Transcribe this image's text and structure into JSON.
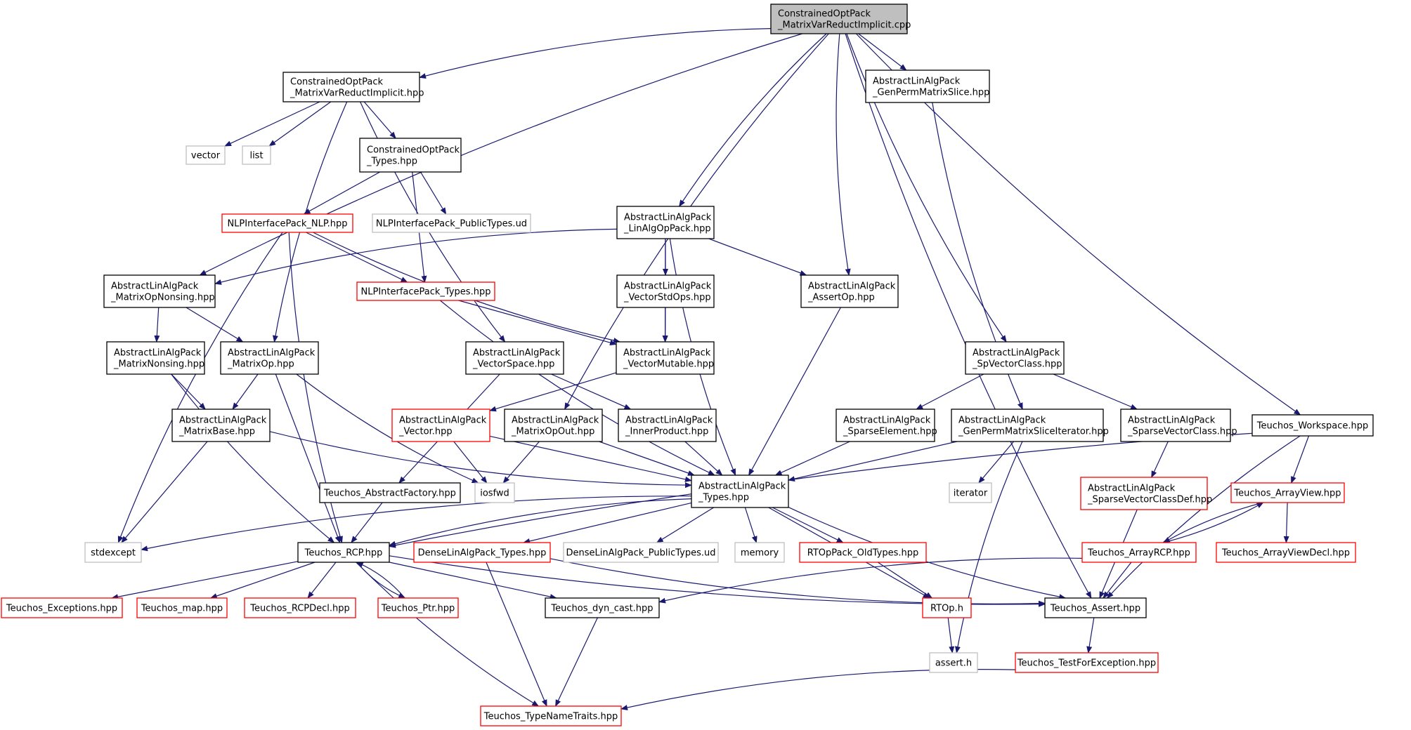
{
  "diagram": {
    "type": "include-dependency-graph",
    "edge_color": "#191970",
    "nodes": [
      {
        "id": "root",
        "lines": [
          "ConstrainedOptPack",
          "_MatrixVarReductImplicit.cpp"
        ],
        "border": "black",
        "fill": "#bfbfbf"
      },
      {
        "id": "cop_mvri_hpp",
        "lines": [
          "ConstrainedOptPack",
          "_MatrixVarReductImplicit.hpp"
        ],
        "border": "black"
      },
      {
        "id": "vector",
        "lines": [
          "vector"
        ],
        "border": "gray"
      },
      {
        "id": "list",
        "lines": [
          "list"
        ],
        "border": "gray"
      },
      {
        "id": "cop_types",
        "lines": [
          "ConstrainedOptPack",
          "_Types.hpp"
        ],
        "border": "black"
      },
      {
        "id": "nlp_public_types",
        "lines": [
          "NLPInterfacePack_PublicTypes.ud"
        ],
        "border": "gray"
      },
      {
        "id": "nlp_nlp",
        "lines": [
          "NLPInterfacePack_NLP.hpp"
        ],
        "border": "red"
      },
      {
        "id": "nlp_types",
        "lines": [
          "NLPInterfacePack_Types.hpp"
        ],
        "border": "red"
      },
      {
        "id": "ala_genperm",
        "lines": [
          "AbstractLinAlgPack",
          "_GenPermMatrixSlice.hpp"
        ],
        "border": "black"
      },
      {
        "id": "ala_linalgop",
        "lines": [
          "AbstractLinAlgPack",
          "_LinAlgOpPack.hpp"
        ],
        "border": "black"
      },
      {
        "id": "ala_vecstdops",
        "lines": [
          "AbstractLinAlgPack",
          "_VectorStdOps.hpp"
        ],
        "border": "black"
      },
      {
        "id": "ala_assertop",
        "lines": [
          "AbstractLinAlgPack",
          "_AssertOp.hpp"
        ],
        "border": "black"
      },
      {
        "id": "ala_matopnonsing",
        "lines": [
          "AbstractLinAlgPack",
          "_MatrixOpNonsing.hpp"
        ],
        "border": "black"
      },
      {
        "id": "ala_matnonsing",
        "lines": [
          "AbstractLinAlgPack",
          "_MatrixNonsing.hpp"
        ],
        "border": "black"
      },
      {
        "id": "ala_matop",
        "lines": [
          "AbstractLinAlgPack",
          "_MatrixOp.hpp"
        ],
        "border": "black"
      },
      {
        "id": "ala_vecspace",
        "lines": [
          "AbstractLinAlgPack",
          "_VectorSpace.hpp"
        ],
        "border": "black"
      },
      {
        "id": "ala_vecmutable",
        "lines": [
          "AbstractLinAlgPack",
          "_VectorMutable.hpp"
        ],
        "border": "black"
      },
      {
        "id": "ala_spvecclass",
        "lines": [
          "AbstractLinAlgPack",
          "_SpVectorClass.hpp"
        ],
        "border": "black"
      },
      {
        "id": "ala_matbase",
        "lines": [
          "AbstractLinAlgPack",
          "_MatrixBase.hpp"
        ],
        "border": "black"
      },
      {
        "id": "ala_vector",
        "lines": [
          "AbstractLinAlgPack",
          "_Vector.hpp"
        ],
        "border": "red"
      },
      {
        "id": "ala_matopout",
        "lines": [
          "AbstractLinAlgPack",
          "_MatrixOpOut.hpp"
        ],
        "border": "black"
      },
      {
        "id": "ala_innerprod",
        "lines": [
          "AbstractLinAlgPack",
          "_InnerProduct.hpp"
        ],
        "border": "black"
      },
      {
        "id": "ala_sparseelem",
        "lines": [
          "AbstractLinAlgPack",
          "_SparseElement.hpp"
        ],
        "border": "black"
      },
      {
        "id": "ala_genpermiter",
        "lines": [
          "AbstractLinAlgPack",
          "_GenPermMatrixSliceIterator.hpp"
        ],
        "border": "black"
      },
      {
        "id": "ala_sparsevecclass",
        "lines": [
          "AbstractLinAlgPack",
          "_SparseVectorClass.hpp"
        ],
        "border": "black"
      },
      {
        "id": "teuchos_workspace",
        "lines": [
          "Teuchos_Workspace.hpp"
        ],
        "border": "black"
      },
      {
        "id": "teuchos_abstractfactory",
        "lines": [
          "Teuchos_AbstractFactory.hpp"
        ],
        "border": "black"
      },
      {
        "id": "iosfwd",
        "lines": [
          "iosfwd"
        ],
        "border": "gray"
      },
      {
        "id": "ala_types",
        "lines": [
          "AbstractLinAlgPack",
          "_Types.hpp"
        ],
        "border": "black"
      },
      {
        "id": "iterator",
        "lines": [
          "iterator"
        ],
        "border": "gray"
      },
      {
        "id": "ala_sparsevecclassdef",
        "lines": [
          "AbstractLinAlgPack",
          "_SparseVectorClassDef.hpp"
        ],
        "border": "red"
      },
      {
        "id": "teuchos_arrayview",
        "lines": [
          "Teuchos_ArrayView.hpp"
        ],
        "border": "red"
      },
      {
        "id": "stdexcept",
        "lines": [
          "stdexcept"
        ],
        "border": "gray"
      },
      {
        "id": "teuchos_rcp",
        "lines": [
          "Teuchos_RCP.hpp"
        ],
        "border": "black"
      },
      {
        "id": "dense_types",
        "lines": [
          "DenseLinAlgPack_Types.hpp"
        ],
        "border": "red"
      },
      {
        "id": "dense_public_types",
        "lines": [
          "DenseLinAlgPack_PublicTypes.ud"
        ],
        "border": "gray"
      },
      {
        "id": "memory",
        "lines": [
          "memory"
        ],
        "border": "gray"
      },
      {
        "id": "rtop_oldtypes",
        "lines": [
          "RTOpPack_OldTypes.hpp"
        ],
        "border": "red"
      },
      {
        "id": "teuchos_arrayrcp",
        "lines": [
          "Teuchos_ArrayRCP.hpp"
        ],
        "border": "red"
      },
      {
        "id": "teuchos_arrayviewdecl",
        "lines": [
          "Teuchos_ArrayViewDecl.hpp"
        ],
        "border": "red"
      },
      {
        "id": "teuchos_exceptions",
        "lines": [
          "Teuchos_Exceptions.hpp"
        ],
        "border": "red"
      },
      {
        "id": "teuchos_map",
        "lines": [
          "Teuchos_map.hpp"
        ],
        "border": "red"
      },
      {
        "id": "teuchos_rcpdecl",
        "lines": [
          "Teuchos_RCPDecl.hpp"
        ],
        "border": "red"
      },
      {
        "id": "teuchos_ptr",
        "lines": [
          "Teuchos_Ptr.hpp"
        ],
        "border": "red"
      },
      {
        "id": "teuchos_dyncast",
        "lines": [
          "Teuchos_dyn_cast.hpp"
        ],
        "border": "black"
      },
      {
        "id": "rtop_h",
        "lines": [
          "RTOp.h"
        ],
        "border": "red"
      },
      {
        "id": "teuchos_assert",
        "lines": [
          "Teuchos_Assert.hpp"
        ],
        "border": "black"
      },
      {
        "id": "assert_h",
        "lines": [
          "assert.h"
        ],
        "border": "gray"
      },
      {
        "id": "teuchos_testforexception",
        "lines": [
          "Teuchos_TestForException.hpp"
        ],
        "border": "red"
      },
      {
        "id": "teuchos_typenametraits",
        "lines": [
          "Teuchos_TypeNameTraits.hpp"
        ],
        "border": "red"
      }
    ],
    "edges": [
      [
        "root",
        "cop_mvri_hpp"
      ],
      [
        "root",
        "ala_matopnonsing"
      ],
      [
        "root",
        "ala_linalgop"
      ],
      [
        "root",
        "ala_matopout"
      ],
      [
        "root",
        "ala_assertop"
      ],
      [
        "root",
        "ala_genperm"
      ],
      [
        "root",
        "ala_spvecclass"
      ],
      [
        "root",
        "teuchos_workspace"
      ],
      [
        "root",
        "teuchos_assert"
      ],
      [
        "cop_mvri_hpp",
        "vector"
      ],
      [
        "cop_mvri_hpp",
        "list"
      ],
      [
        "cop_mvri_hpp",
        "cop_types"
      ],
      [
        "cop_mvri_hpp",
        "ala_matop"
      ],
      [
        "cop_mvri_hpp",
        "ala_vecspace"
      ],
      [
        "cop_types",
        "nlp_nlp"
      ],
      [
        "cop_types",
        "nlp_public_types"
      ],
      [
        "cop_types",
        "nlp_types"
      ],
      [
        "nlp_nlp",
        "nlp_types"
      ],
      [
        "nlp_nlp",
        "ala_vecmutable"
      ],
      [
        "nlp_nlp",
        "stdexcept"
      ],
      [
        "nlp_nlp",
        "teuchos_rcp"
      ],
      [
        "nlp_types",
        "ala_vecmutable"
      ],
      [
        "nlp_types",
        "ala_types"
      ],
      [
        "ala_linalgop",
        "ala_matopnonsing"
      ],
      [
        "ala_linalgop",
        "ala_vecstdops"
      ],
      [
        "ala_linalgop",
        "ala_vecmutable"
      ],
      [
        "ala_linalgop",
        "ala_assertop"
      ],
      [
        "ala_linalgop",
        "ala_types"
      ],
      [
        "ala_vecstdops",
        "ala_vecmutable"
      ],
      [
        "ala_assertop",
        "ala_types"
      ],
      [
        "ala_matopnonsing",
        "ala_matnonsing"
      ],
      [
        "ala_matopnonsing",
        "ala_matop"
      ],
      [
        "ala_matnonsing",
        "ala_matbase"
      ],
      [
        "ala_matnonsing",
        "teuchos_rcp"
      ],
      [
        "ala_matop",
        "ala_matbase"
      ],
      [
        "ala_matop",
        "iosfwd"
      ],
      [
        "ala_matop",
        "teuchos_rcp"
      ],
      [
        "ala_vecspace",
        "teuchos_abstractfactory"
      ],
      [
        "ala_vecspace",
        "ala_innerprod"
      ],
      [
        "ala_vecmutable",
        "ala_vector"
      ],
      [
        "ala_matbase",
        "ala_types"
      ],
      [
        "ala_matbase",
        "stdexcept"
      ],
      [
        "ala_vector",
        "iosfwd"
      ],
      [
        "ala_vector",
        "ala_types"
      ],
      [
        "ala_matopout",
        "iosfwd"
      ],
      [
        "ala_matopout",
        "ala_types"
      ],
      [
        "ala_innerprod",
        "ala_types"
      ],
      [
        "ala_genperm",
        "ala_genpermiter"
      ],
      [
        "ala_spvecclass",
        "ala_sparseelem"
      ],
      [
        "ala_spvecclass",
        "ala_sparsevecclass"
      ],
      [
        "ala_sparseelem",
        "ala_types"
      ],
      [
        "ala_genpermiter",
        "ala_types"
      ],
      [
        "ala_genpermiter",
        "iterator"
      ],
      [
        "ala_genpermiter",
        "assert_h"
      ],
      [
        "ala_sparsevecclass",
        "ala_sparsevecclassdef"
      ],
      [
        "ala_sparsevecclassdef",
        "teuchos_assert"
      ],
      [
        "teuchos_workspace",
        "teuchos_arrayview"
      ],
      [
        "teuchos_workspace",
        "teuchos_rcp"
      ],
      [
        "teuchos_workspace",
        "teuchos_assert"
      ],
      [
        "teuchos_abstractfactory",
        "teuchos_rcp"
      ],
      [
        "ala_types",
        "stdexcept"
      ],
      [
        "ala_types",
        "teuchos_rcp"
      ],
      [
        "ala_types",
        "dense_types"
      ],
      [
        "ala_types",
        "dense_public_types"
      ],
      [
        "ala_types",
        "memory"
      ],
      [
        "ala_types",
        "rtop_oldtypes"
      ],
      [
        "ala_types",
        "rtop_h"
      ],
      [
        "ala_types",
        "teuchos_assert"
      ],
      [
        "teuchos_arrayview",
        "teuchos_arrayrcp"
      ],
      [
        "teuchos_arrayview",
        "teuchos_arrayviewdecl"
      ],
      [
        "teuchos_arrayrcp",
        "teuchos_arrayview"
      ],
      [
        "teuchos_arrayrcp",
        "teuchos_assert"
      ],
      [
        "teuchos_arrayrcp",
        "teuchos_dyncast"
      ],
      [
        "teuchos_rcp",
        "teuchos_exceptions"
      ],
      [
        "teuchos_rcp",
        "teuchos_map"
      ],
      [
        "teuchos_rcp",
        "teuchos_rcpdecl"
      ],
      [
        "teuchos_rcp",
        "teuchos_ptr"
      ],
      [
        "teuchos_ptr",
        "teuchos_rcp"
      ],
      [
        "teuchos_rcp",
        "teuchos_dyncast"
      ],
      [
        "teuchos_rcp",
        "teuchos_assert"
      ],
      [
        "teuchos_rcp",
        "teuchos_typenametraits"
      ],
      [
        "dense_types",
        "teuchos_typenametraits"
      ],
      [
        "dense_types",
        "teuchos_assert"
      ],
      [
        "rtop_oldtypes",
        "rtop_h"
      ],
      [
        "rtop_h",
        "assert_h"
      ],
      [
        "teuchos_dyncast",
        "teuchos_typenametraits"
      ],
      [
        "teuchos_assert",
        "teuchos_testforexception"
      ],
      [
        "teuchos_testforexception",
        "teuchos_typenametraits"
      ]
    ]
  }
}
